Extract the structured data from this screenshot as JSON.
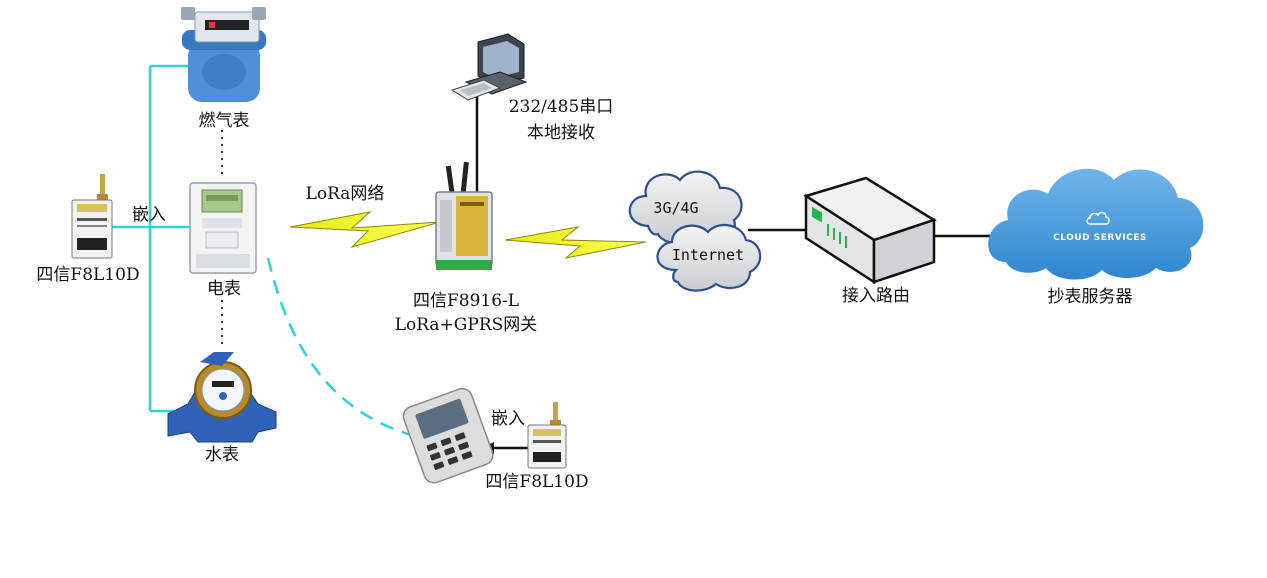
{
  "labels": {
    "gas_meter": "燃气表",
    "electric_meter": "电表",
    "water_meter": "水表",
    "module_left": "四信F8L10D",
    "embed_top": "嵌入",
    "embed_bottom": "嵌入",
    "module_bottom": "四信F8L10D",
    "lora_network": "LoRa网络",
    "gateway_line1": "四信F8916-L",
    "gateway_line2": "LoRa+GPRS网关",
    "pc_line1": "232/485串口",
    "pc_line2": "本地接收",
    "cloud_3g4g": "3G/4G",
    "cloud_internet": "Internet",
    "router": "接入路由",
    "server": "抄表服务器",
    "cloud_services": "CLOUD SERVICES"
  },
  "colors": {
    "link_cyan": "#2ad4d8",
    "lightning_fill": "#f2f21a",
    "lightning_stroke": "#8a8a10",
    "cloud_blue": "#3f95d8",
    "meter_blue": "#4f8fd8",
    "gateway_yellow": "#d9b43a"
  }
}
